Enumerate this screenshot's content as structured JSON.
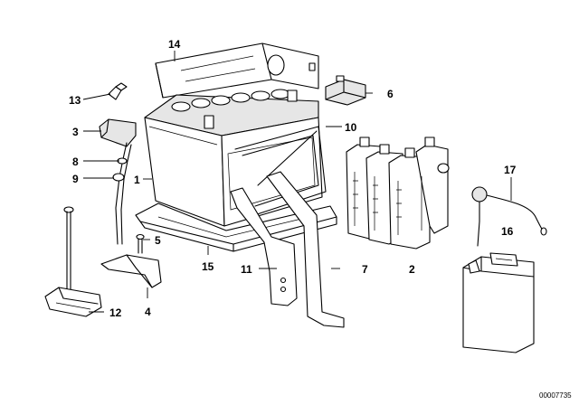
{
  "callouts": {
    "c1": "1",
    "c2": "2",
    "c3": "3",
    "c4": "4",
    "c5": "5",
    "c6": "6",
    "c7": "7",
    "c8": "8",
    "c9": "9",
    "c10": "10",
    "c11": "11",
    "c12": "12",
    "c13": "13",
    "c14": "14",
    "c15": "15",
    "c16": "16",
    "c17": "17"
  },
  "reference": "00007735"
}
